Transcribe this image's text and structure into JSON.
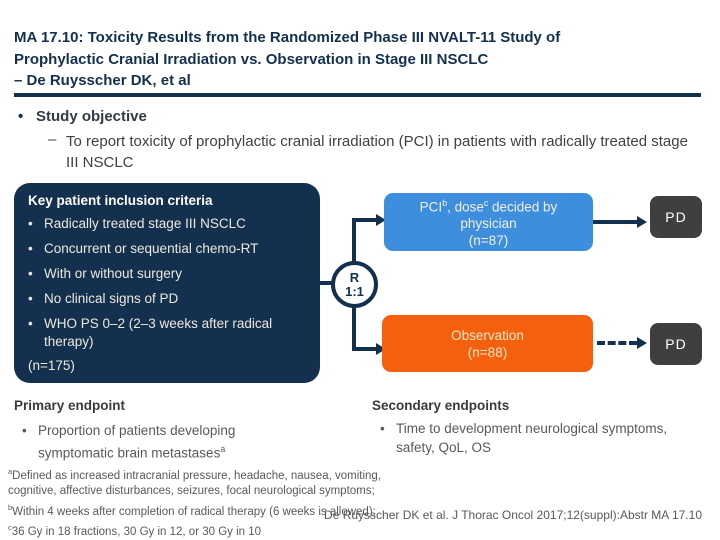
{
  "title": {
    "lines": [
      "MA 17.10: Toxicity Results from the Randomized Phase III NVALT-11 Study of",
      "Prophylactic Cranial Irradiation vs. Observation in Stage III NSCLC",
      "– De Ruysscher DK, et al"
    ]
  },
  "study_objective": {
    "bullet": "•",
    "heading": "Study objective",
    "dash": "–",
    "detail": "To report toxicity of prophylactic cranial irradiation (PCI) in patients with radically treated stage III NSCLC"
  },
  "inclusion_box": {
    "heading": "Key patient inclusion criteria",
    "marker": "•",
    "bullets": [
      "Radically treated stage III NSCLC",
      "Concurrent or sequential chemo-RT",
      "With or without surgery",
      "No clinical signs of PD",
      "WHO PS 0–2 (2–3 weeks after radical therapy)"
    ],
    "n_label": "(n=175)"
  },
  "randomizer": {
    "top": "R",
    "bottom": "1:1"
  },
  "pci_arm": {
    "l1a": "PCI",
    "l1b_sup": "b",
    "l1c": ", dose",
    "l1d_sup": "c",
    "l1e": " decided by",
    "line2": "physician",
    "line3": "(n=87)"
  },
  "observation_arm": {
    "line1": "Observation",
    "line2": "(n=88)"
  },
  "pd_top": "PD",
  "pd_bottom": "PD",
  "primary_endpoint": {
    "heading": "Primary endpoint",
    "marker": "•",
    "bullet_text": "Proportion of patients developing symptomatic brain metastases",
    "bullet_sup": "a"
  },
  "secondary_endpoints": {
    "heading": "Secondary endpoints",
    "marker": "•",
    "bullet_text": "Time to development neurological symptoms, safety, QoL, OS"
  },
  "footnotes": {
    "lines": [
      {
        "sup": "a",
        "text": "Defined as increased intracranial pressure, headache, nausea, vomiting,"
      },
      {
        "sup": "",
        "text": "cognitive, affective disturbances, seizures, focal neurological symptoms;"
      },
      {
        "sup": "b",
        "text": "Within 4 weeks after completion of radical therapy (6 weeks is allowed);"
      },
      {
        "sup": "c",
        "text": "36 Gy in 18 fractions, 30 Gy in 12, or 30 Gy in 10"
      }
    ]
  },
  "reference": "De Ruysscher DK et al. J Thorac Oncol 2017;12(suppl):Abstr MA 17.10",
  "colors": {
    "navy": "#13304F",
    "arm_blue": "#3E8EDE",
    "arm_orange": "#F4600D",
    "pd_gray": "#3F3F3F"
  }
}
